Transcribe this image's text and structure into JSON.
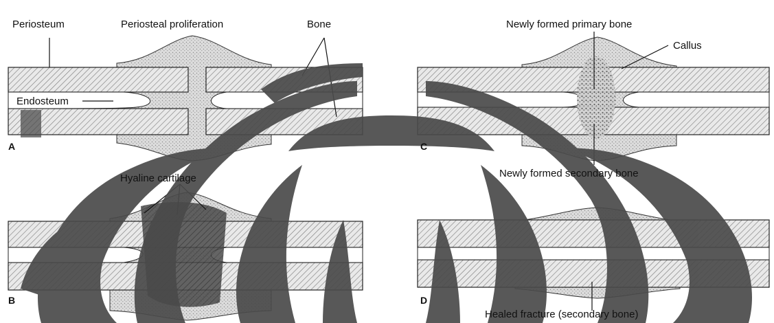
{
  "labels": {
    "periosteum": "Periosteum",
    "periosteal_proliferation": "Periosteal proliferation",
    "bone": "Bone",
    "endosteum": "Endosteum",
    "newly_formed_primary_bone": "Newly formed primary bone",
    "callus": "Callus",
    "newly_formed_secondary_bone": "Newly formed secondary bone",
    "hyaline_cartilage": "Hyaline cartilage",
    "healed_fracture": "Healed fracture (secondary bone)"
  },
  "panels": [
    "A",
    "B",
    "C",
    "D"
  ],
  "colors": {
    "ink": "#111111",
    "dark_bone": "#3a3a3a",
    "watermark_dark": "#4a4a4a",
    "light_fill": "#d6d6d6",
    "paper": "#ffffff"
  }
}
